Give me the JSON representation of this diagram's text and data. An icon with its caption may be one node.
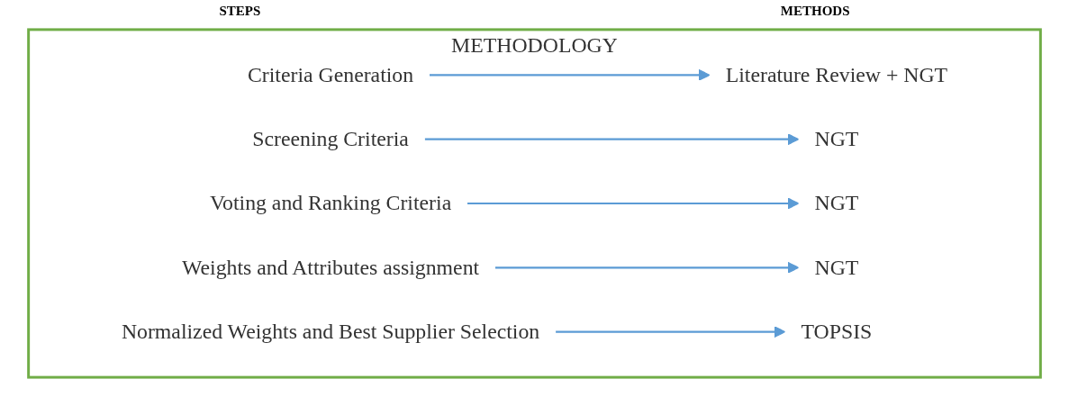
{
  "diagram": {
    "nodes": [
      {
        "text": [
          "METHODOLOGY"
        ]
      },
      {
        "text": [
          "Criteria Generation"
        ],
        "in": 0
      },
      {
        "text": [
          "Literature Review + NGT"
        ],
        "in": 0
      },
      {
        "text": [
          "Screening Criteria"
        ],
        "in": 0
      },
      {
        "text": [
          "NGT"
        ],
        "in": 0
      },
      {
        "text": [
          "Voting and Ranking Criteria"
        ],
        "in": 0
      },
      {
        "text": [
          "NGT"
        ],
        "in": 0
      },
      {
        "text": [
          "Weights and Attributes assignment"
        ],
        "in": 0
      },
      {
        "text": [
          "NGT"
        ],
        "in": 0
      },
      {
        "text": [
          "Normalized Weights and Best Supplier Selection"
        ],
        "in": 0
      },
      {
        "text": [
          "TOPSIS"
        ],
        "in": 0
      }
    ],
    "edges": [
      {
        "from": 1,
        "to": 2,
        "arrow": "to"
      },
      {
        "from": 3,
        "to": 4,
        "arrow": "to"
      },
      {
        "from": 5,
        "to": 6,
        "arrow": "to"
      },
      {
        "from": 7,
        "to": 8,
        "arrow": "to"
      },
      {
        "from": 9,
        "to": 10,
        "arrow": "to"
      }
    ],
    "labels": [
      "STEPS",
      "METHODS"
    ]
  }
}
